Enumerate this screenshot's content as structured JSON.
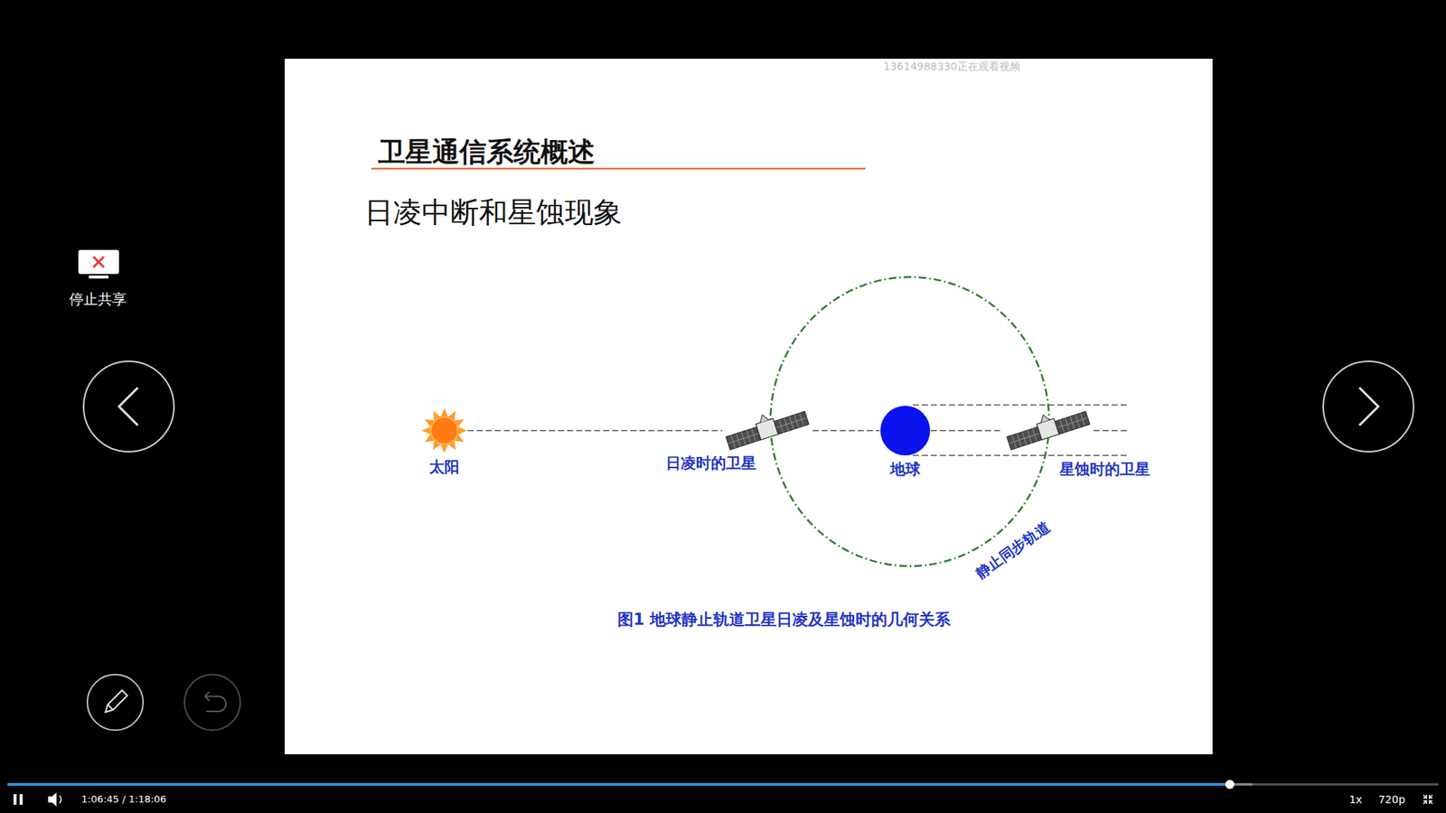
{
  "diagram": {
    "title": "卫星通信系统概述",
    "caption": "图1 地球静止轨道卫星日凌及星蚀时的几何关系",
    "nodes": [
      {
        "text": [
          "太阳"
        ]
      },
      {
        "text": [
          "日凌时的卫星"
        ]
      },
      {
        "text": [
          "地球"
        ]
      },
      {
        "text": [
          "星蚀时的卫星"
        ]
      }
    ],
    "edges": [
      {
        "from": 0,
        "to": 1,
        "arrow": "none"
      },
      {
        "from": 1,
        "to": 2,
        "arrow": "none"
      },
      {
        "from": 2,
        "to": 3,
        "arrow": "none"
      }
    ],
    "labels": [
      "日凌中断和星蚀现象",
      "静止同步轨道",
      "13614988330正在观看视频",
      "停止共享",
      "1:06:45 / 1:18:06",
      "1x",
      "720p"
    ]
  }
}
